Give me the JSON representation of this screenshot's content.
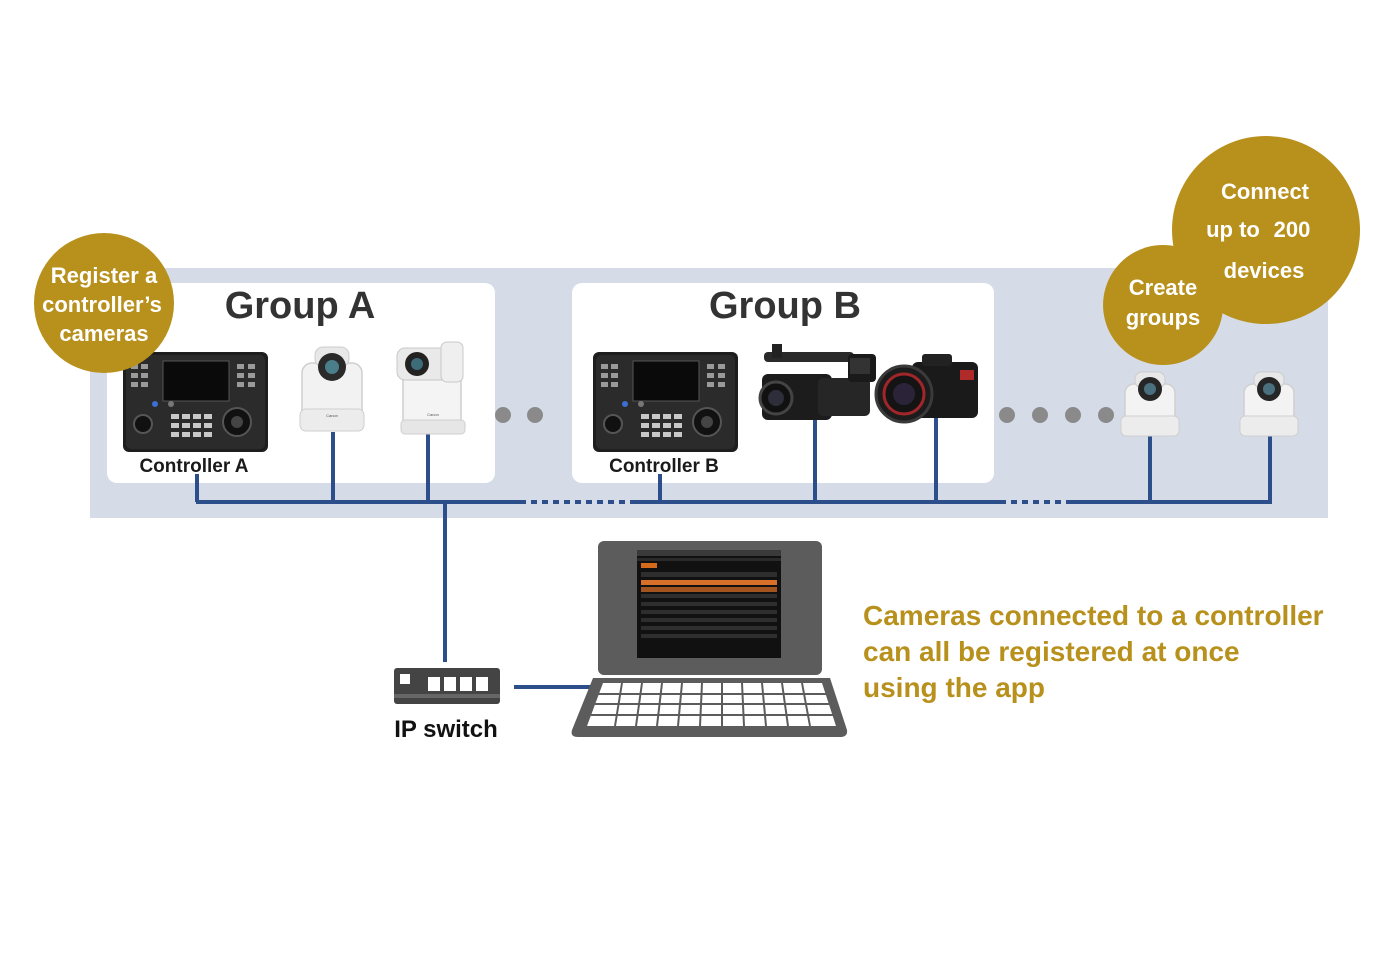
{
  "groups": {
    "a": {
      "title": "Group A",
      "controller_label": "Controller A"
    },
    "b": {
      "title": "Group B",
      "controller_label": "Controller B"
    }
  },
  "bubbles": {
    "register": {
      "lines": [
        "Register a",
        "controller’s",
        "cameras"
      ]
    },
    "create": {
      "lines": [
        "Create",
        "groups"
      ]
    },
    "connect": {
      "line1": "Connect",
      "line2_small": "up to",
      "line2_big": "200",
      "line3": "devices"
    }
  },
  "ip_switch": {
    "label": "IP switch"
  },
  "caption": {
    "lines": [
      "Cameras connected to a controller",
      "can all be registered at once",
      "using the app"
    ]
  },
  "colors": {
    "panel_bg": "#d5dce8",
    "network_line": "#2c4f8c",
    "bubble_gold": "#b8901c",
    "caption_gold": "#b8901c",
    "dots_gray": "#8a8a8a"
  },
  "icons": [
    "controller-icon",
    "ptz-camera-icon",
    "camcorder-icon",
    "cinema-camera-icon",
    "ip-switch-icon",
    "laptop-icon"
  ]
}
